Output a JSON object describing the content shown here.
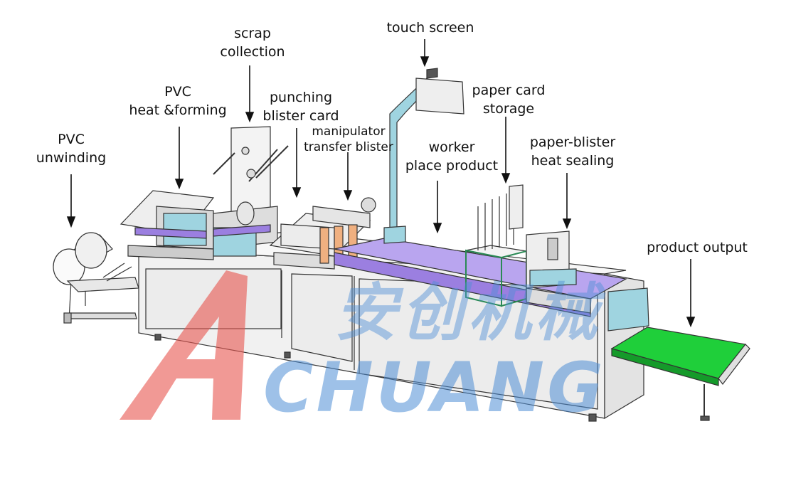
{
  "labels": {
    "pvc_unwinding": [
      "PVC",
      "unwinding"
    ],
    "pvc_heat_forming": [
      "PVC",
      "heat &forming"
    ],
    "scrap_collection": [
      "scrap",
      "collection"
    ],
    "punching_blister_card": [
      "punching",
      "blister card"
    ],
    "manipulator_transfer_blister": [
      "manipulator",
      "transfer blister"
    ],
    "touch_screen": [
      "touch screen"
    ],
    "worker_place_product": [
      "worker",
      "place product"
    ],
    "paper_card_storage": [
      "paper card",
      "storage"
    ],
    "paper_blister_heat_sealing": [
      "paper-blister",
      "heat sealing"
    ],
    "product_output": [
      "product output"
    ]
  },
  "watermark": {
    "logo_letter": "A",
    "brand_text": "CHUANG",
    "chinese_text": "安创机械",
    "logo_color": "#e8554f",
    "text_color": "#4f8fd6"
  },
  "colors": {
    "machine_body": "#eeeeee",
    "outline": "#333333",
    "purple_tray": "#9b7fe0",
    "cyan_parts": "#9fd4e0",
    "conveyor_green": "#1fcf3a",
    "orange_parts": "#f0b080"
  }
}
